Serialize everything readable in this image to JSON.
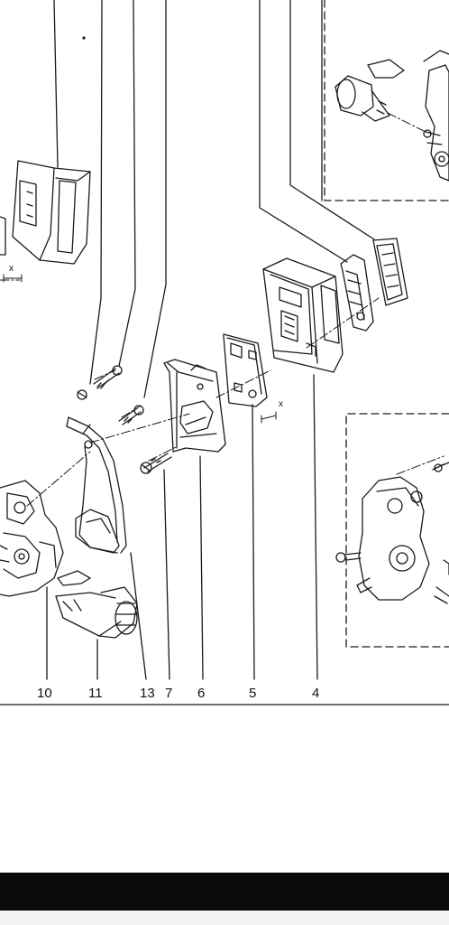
{
  "callouts": {
    "c10": "10",
    "c11": "11",
    "c13": "13",
    "c7": "7",
    "c6": "6",
    "c5": "5",
    "c4": "4"
  },
  "dimension_marks": {
    "x_left": "x",
    "x_mid": "x"
  },
  "colors": {
    "ink": "#1a1a1a",
    "paper": "#ffffff",
    "footer_bar": "#0a0a0a"
  }
}
